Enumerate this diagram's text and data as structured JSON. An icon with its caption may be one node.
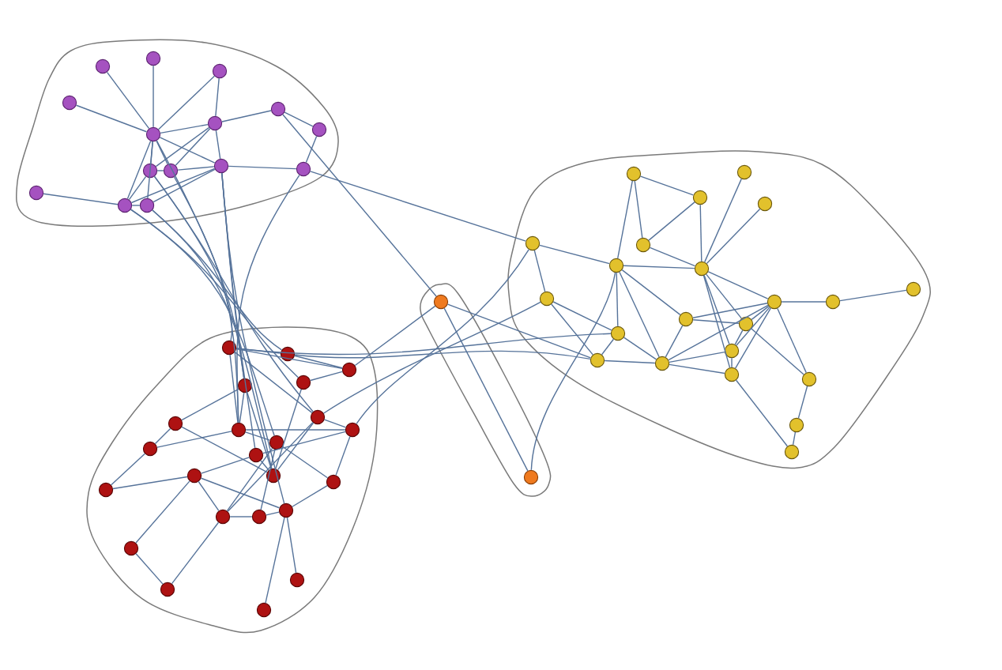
{
  "diagram": {
    "nodes": [
      {
        "text": [],
        "shape": "blob"
      },
      {
        "text": [],
        "shape": "circle",
        "in": 0
      },
      {
        "text": [],
        "shape": "circle",
        "in": 0
      },
      {
        "text": [],
        "shape": "circle",
        "in": 0
      },
      {
        "text": [],
        "shape": "circle",
        "in": 0
      },
      {
        "text": [],
        "shape": "circle",
        "in": 0
      },
      {
        "text": [],
        "shape": "circle",
        "in": 0
      },
      {
        "text": [],
        "shape": "circle",
        "in": 0
      },
      {
        "text": [],
        "shape": "circle",
        "in": 0
      },
      {
        "text": [],
        "shape": "circle",
        "in": 0
      },
      {
        "text": [],
        "shape": "circle",
        "in": 0
      },
      {
        "text": [],
        "shape": "circle",
        "in": 0
      },
      {
        "text": [],
        "shape": "circle",
        "in": 0
      },
      {
        "text": [],
        "shape": "circle",
        "in": 0
      },
      {
        "text": [],
        "shape": "circle",
        "in": 0
      },
      {
        "text": [],
        "shape": "circle",
        "in": 0
      },
      {
        "text": [],
        "shape": "blob"
      },
      {
        "text": [],
        "shape": "circle",
        "in": 16
      },
      {
        "text": [],
        "shape": "circle",
        "in": 16
      },
      {
        "text": [],
        "shape": "circle",
        "in": 16
      },
      {
        "text": [],
        "shape": "circle",
        "in": 16
      },
      {
        "text": [],
        "shape": "circle",
        "in": 16
      },
      {
        "text": [],
        "shape": "circle",
        "in": 16
      },
      {
        "text": [],
        "shape": "circle",
        "in": 16
      },
      {
        "text": [],
        "shape": "circle",
        "in": 16
      },
      {
        "text": [],
        "shape": "circle",
        "in": 16
      },
      {
        "text": [],
        "shape": "circle",
        "in": 16
      },
      {
        "text": [],
        "shape": "circle",
        "in": 16
      },
      {
        "text": [],
        "shape": "circle",
        "in": 16
      },
      {
        "text": [],
        "shape": "circle",
        "in": 16
      },
      {
        "text": [],
        "shape": "circle",
        "in": 16
      },
      {
        "text": [],
        "shape": "circle",
        "in": 16
      },
      {
        "text": [],
        "shape": "circle",
        "in": 16
      },
      {
        "text": [],
        "shape": "circle",
        "in": 16
      },
      {
        "text": [],
        "shape": "circle",
        "in": 16
      },
      {
        "text": [],
        "shape": "circle",
        "in": 16
      },
      {
        "text": [],
        "shape": "circle",
        "in": 16
      },
      {
        "text": [],
        "shape": "circle",
        "in": 16
      },
      {
        "text": [],
        "shape": "circle",
        "in": 16
      },
      {
        "text": [],
        "shape": "blob"
      },
      {
        "text": [],
        "shape": "circle",
        "in": 39
      },
      {
        "text": [],
        "shape": "circle",
        "in": 39
      },
      {
        "text": [],
        "shape": "blob"
      },
      {
        "text": [],
        "shape": "circle",
        "in": 42
      },
      {
        "text": [],
        "shape": "circle",
        "in": 42
      },
      {
        "text": [],
        "shape": "circle",
        "in": 42
      },
      {
        "text": [],
        "shape": "circle",
        "in": 42
      },
      {
        "text": [],
        "shape": "circle",
        "in": 42
      },
      {
        "text": [],
        "shape": "circle",
        "in": 42
      },
      {
        "text": [],
        "shape": "circle",
        "in": 42
      },
      {
        "text": [],
        "shape": "circle",
        "in": 42
      },
      {
        "text": [],
        "shape": "circle",
        "in": 42
      },
      {
        "text": [],
        "shape": "circle",
        "in": 42
      },
      {
        "text": [],
        "shape": "circle",
        "in": 42
      },
      {
        "text": [],
        "shape": "circle",
        "in": 42
      },
      {
        "text": [],
        "shape": "circle",
        "in": 42
      },
      {
        "text": [],
        "shape": "circle",
        "in": 42
      },
      {
        "text": [],
        "shape": "circle",
        "in": 42
      },
      {
        "text": [],
        "shape": "circle",
        "in": 42
      },
      {
        "text": [],
        "shape": "circle",
        "in": 42
      },
      {
        "text": [],
        "shape": "circle",
        "in": 42
      },
      {
        "text": [],
        "shape": "circle",
        "in": 42
      },
      {
        "text": [],
        "shape": "circle",
        "in": 42
      },
      {
        "text": [],
        "shape": "circle",
        "in": 42
      },
      {
        "text": [],
        "shape": "circle",
        "in": 42
      },
      {
        "text": [],
        "shape": "circle",
        "in": 42
      }
    ],
    "edges": [
      {
        "from": 1,
        "to": 8,
        "arrow": "none"
      },
      {
        "from": 2,
        "to": 8,
        "arrow": "none"
      },
      {
        "from": 3,
        "to": 8,
        "arrow": "none"
      },
      {
        "from": 3,
        "to": 7,
        "arrow": "none"
      },
      {
        "from": 4,
        "to": 8,
        "arrow": "none"
      },
      {
        "from": 5,
        "to": 7,
        "arrow": "none"
      },
      {
        "from": 5,
        "to": 6,
        "arrow": "none"
      },
      {
        "from": 6,
        "to": 12,
        "arrow": "none"
      },
      {
        "from": 7,
        "to": 8,
        "arrow": "none"
      },
      {
        "from": 8,
        "to": 11,
        "arrow": "none"
      },
      {
        "from": 7,
        "to": 11,
        "arrow": "none"
      },
      {
        "from": 7,
        "to": 9,
        "arrow": "none"
      },
      {
        "from": 7,
        "to": 10,
        "arrow": "none"
      },
      {
        "from": 11,
        "to": 12,
        "arrow": "none"
      },
      {
        "from": 10,
        "to": 11,
        "arrow": "none"
      },
      {
        "from": 9,
        "to": 10,
        "arrow": "none"
      },
      {
        "from": 8,
        "to": 9,
        "arrow": "none"
      },
      {
        "from": 8,
        "to": 10,
        "arrow": "none"
      },
      {
        "from": 8,
        "to": 14,
        "arrow": "none"
      },
      {
        "from": 8,
        "to": 15,
        "arrow": "none"
      },
      {
        "from": 13,
        "to": 14,
        "arrow": "none"
      },
      {
        "from": 14,
        "to": 15,
        "arrow": "none"
      },
      {
        "from": 14,
        "to": 11,
        "arrow": "none"
      },
      {
        "from": 15,
        "to": 11,
        "arrow": "none"
      },
      {
        "from": 9,
        "to": 14,
        "arrow": "none"
      },
      {
        "from": 8,
        "to": 47,
        "arrow": "none"
      },
      {
        "from": 9,
        "to": 43,
        "arrow": "none"
      },
      {
        "from": 10,
        "to": 51,
        "arrow": "none"
      },
      {
        "from": 14,
        "to": 53,
        "arrow": "none"
      },
      {
        "from": 15,
        "to": 56,
        "arrow": "none"
      },
      {
        "from": 11,
        "to": 47,
        "arrow": "none"
      },
      {
        "from": 11,
        "to": 61,
        "arrow": "none"
      },
      {
        "from": 14,
        "to": 46,
        "arrow": "none"
      },
      {
        "from": 15,
        "to": 44,
        "arrow": "none"
      },
      {
        "from": 9,
        "to": 49,
        "arrow": "none"
      },
      {
        "from": 12,
        "to": 51,
        "arrow": "none"
      },
      {
        "from": 11,
        "to": 54,
        "arrow": "none"
      },
      {
        "from": 5,
        "to": 40,
        "arrow": "none"
      },
      {
        "from": 12,
        "to": 17,
        "arrow": "none"
      },
      {
        "from": 17,
        "to": 18,
        "arrow": "none"
      },
      {
        "from": 17,
        "to": 24,
        "arrow": "none"
      },
      {
        "from": 19,
        "to": 21,
        "arrow": "none"
      },
      {
        "from": 19,
        "to": 23,
        "arrow": "none"
      },
      {
        "from": 19,
        "to": 24,
        "arrow": "none"
      },
      {
        "from": 21,
        "to": 23,
        "arrow": "none"
      },
      {
        "from": 21,
        "to": 25,
        "arrow": "none"
      },
      {
        "from": 20,
        "to": 25,
        "arrow": "none"
      },
      {
        "from": 22,
        "to": 25,
        "arrow": "none"
      },
      {
        "from": 23,
        "to": 25,
        "arrow": "none"
      },
      {
        "from": 24,
        "to": 25,
        "arrow": "none"
      },
      {
        "from": 24,
        "to": 31,
        "arrow": "none"
      },
      {
        "from": 24,
        "to": 29,
        "arrow": "none"
      },
      {
        "from": 24,
        "to": 33,
        "arrow": "none"
      },
      {
        "from": 25,
        "to": 26,
        "arrow": "none"
      },
      {
        "from": 25,
        "to": 34,
        "arrow": "none"
      },
      {
        "from": 25,
        "to": 35,
        "arrow": "none"
      },
      {
        "from": 25,
        "to": 30,
        "arrow": "none"
      },
      {
        "from": 18,
        "to": 31,
        "arrow": "none"
      },
      {
        "from": 18,
        "to": 32,
        "arrow": "none"
      },
      {
        "from": 26,
        "to": 27,
        "arrow": "none"
      },
      {
        "from": 27,
        "to": 28,
        "arrow": "none"
      },
      {
        "from": 29,
        "to": 30,
        "arrow": "none"
      },
      {
        "from": 29,
        "to": 26,
        "arrow": "none"
      },
      {
        "from": 29,
        "to": 33,
        "arrow": "none"
      },
      {
        "from": 26,
        "to": 30,
        "arrow": "none"
      },
      {
        "from": 26,
        "to": 34,
        "arrow": "none"
      },
      {
        "from": 26,
        "to": 35,
        "arrow": "none"
      },
      {
        "from": 26,
        "to": 36,
        "arrow": "none"
      },
      {
        "from": 26,
        "to": 33,
        "arrow": "none"
      },
      {
        "from": 30,
        "to": 36,
        "arrow": "none"
      },
      {
        "from": 36,
        "to": 37,
        "arrow": "none"
      },
      {
        "from": 37,
        "to": 38,
        "arrow": "none"
      },
      {
        "from": 35,
        "to": 38,
        "arrow": "none"
      },
      {
        "from": 34,
        "to": 35,
        "arrow": "none"
      },
      {
        "from": 33,
        "to": 34,
        "arrow": "none"
      },
      {
        "from": 33,
        "to": 35,
        "arrow": "none"
      },
      {
        "from": 32,
        "to": 33,
        "arrow": "none"
      },
      {
        "from": 31,
        "to": 33,
        "arrow": "none"
      },
      {
        "from": 31,
        "to": 32,
        "arrow": "none"
      },
      {
        "from": 30,
        "to": 34,
        "arrow": "none"
      },
      {
        "from": 40,
        "to": 41,
        "arrow": "none"
      },
      {
        "from": 40,
        "to": 32,
        "arrow": "none"
      },
      {
        "from": 41,
        "to": 24,
        "arrow": "none"
      },
      {
        "from": 40,
        "to": 45,
        "arrow": "none"
      },
      {
        "from": 17,
        "to": 50,
        "arrow": "none"
      },
      {
        "from": 18,
        "to": 49,
        "arrow": "none"
      },
      {
        "from": 44,
        "to": 32,
        "arrow": "none"
      },
      {
        "from": 43,
        "to": 31,
        "arrow": "none"
      },
      {
        "from": 58,
        "to": 52,
        "arrow": "none"
      },
      {
        "from": 58,
        "to": 55,
        "arrow": "none"
      },
      {
        "from": 52,
        "to": 48,
        "arrow": "none"
      },
      {
        "from": 48,
        "to": 47,
        "arrow": "none"
      },
      {
        "from": 48,
        "to": 56,
        "arrow": "none"
      },
      {
        "from": 52,
        "to": 51,
        "arrow": "none"
      },
      {
        "from": 55,
        "to": 54,
        "arrow": "none"
      },
      {
        "from": 55,
        "to": 59,
        "arrow": "none"
      },
      {
        "from": 55,
        "to": 61,
        "arrow": "none"
      },
      {
        "from": 62,
        "to": 63,
        "arrow": "none"
      },
      {
        "from": 62,
        "to": 55,
        "arrow": "none"
      },
      {
        "from": 63,
        "to": 59,
        "arrow": "none"
      },
      {
        "from": 65,
        "to": 61,
        "arrow": "none"
      },
      {
        "from": 64,
        "to": 61,
        "arrow": "none"
      },
      {
        "from": 59,
        "to": 60,
        "arrow": "none"
      },
      {
        "from": 60,
        "to": 61,
        "arrow": "none"
      },
      {
        "from": 59,
        "to": 53,
        "arrow": "none"
      },
      {
        "from": 59,
        "to": 49,
        "arrow": "none"
      },
      {
        "from": 61,
        "to": 57,
        "arrow": "none"
      },
      {
        "from": 57,
        "to": 50,
        "arrow": "none"
      },
      {
        "from": 57,
        "to": 53,
        "arrow": "none"
      },
      {
        "from": 51,
        "to": 50,
        "arrow": "none"
      },
      {
        "from": 51,
        "to": 53,
        "arrow": "none"
      },
      {
        "from": 54,
        "to": 50,
        "arrow": "none"
      },
      {
        "from": 43,
        "to": 44,
        "arrow": "none"
      },
      {
        "from": 43,
        "to": 45,
        "arrow": "none"
      },
      {
        "from": 44,
        "to": 45,
        "arrow": "none"
      },
      {
        "from": 46,
        "to": 45,
        "arrow": "none"
      },
      {
        "from": 49,
        "to": 50,
        "arrow": "none"
      },
      {
        "from": 49,
        "to": 56,
        "arrow": "none"
      },
      {
        "from": 47,
        "to": 51,
        "arrow": "none"
      },
      {
        "from": 47,
        "to": 56,
        "arrow": "none"
      },
      {
        "from": 43,
        "to": 51,
        "arrow": "none"
      },
      {
        "from": 46,
        "to": 56,
        "arrow": "none"
      },
      {
        "from": 43,
        "to": 49,
        "arrow": "none"
      },
      {
        "from": 54,
        "to": 56,
        "arrow": "none"
      },
      {
        "from": 60,
        "to": 53,
        "arrow": "none"
      }
    ]
  }
}
